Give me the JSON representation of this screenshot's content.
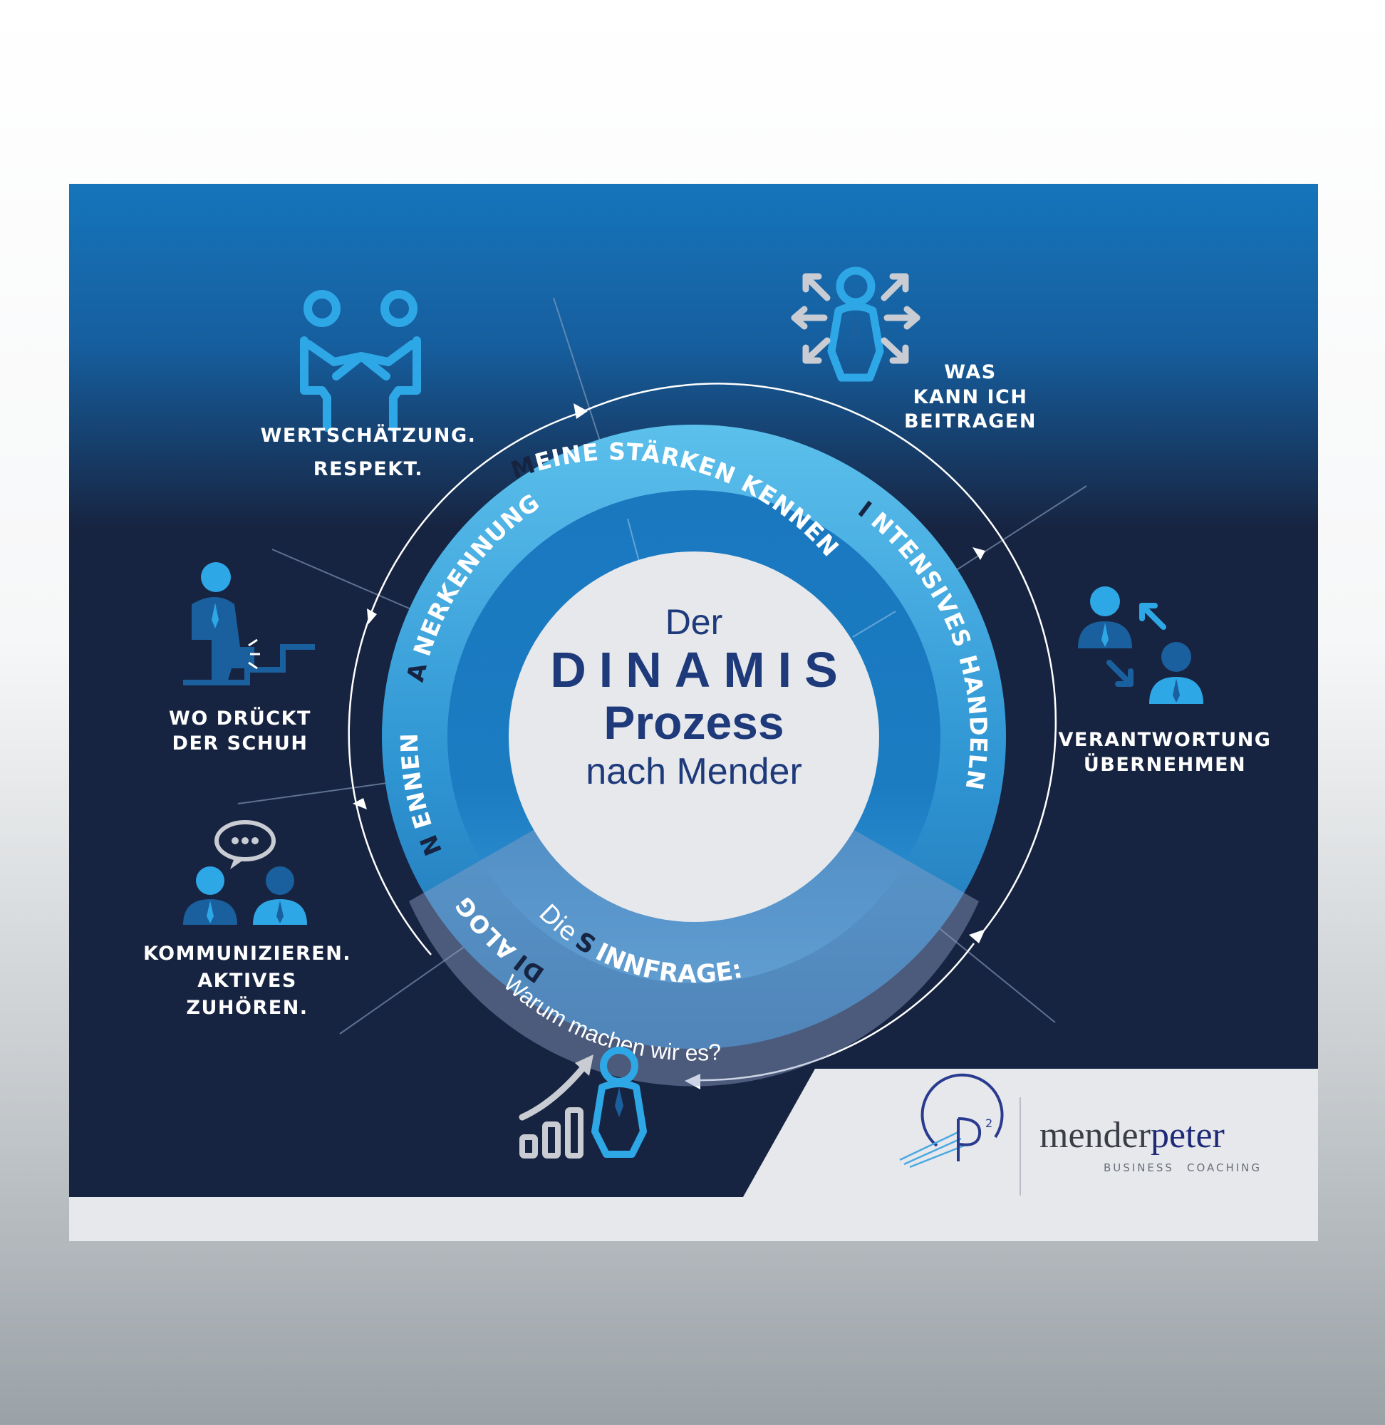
{
  "center": {
    "line1": "Der",
    "line2": "DINAMIS",
    "line3": "Prozess",
    "line4": "nach Mender"
  },
  "ring": {
    "m_letter": "M",
    "m_rest": "EINE STÄRKEN KENNEN",
    "i_letter": "I",
    "i_rest": "NTENSIVES HANDELN",
    "a_letter": "A",
    "a_rest": "NERKENNUNG",
    "n_letter": "N",
    "n_rest": "ENNEN",
    "di_letter": "DI",
    "di_rest": "ALOG",
    "s_pre": "Die",
    "s_letter": "S",
    "s_rest": "INNFRAGE:",
    "s_question": "Warum machen wir es?"
  },
  "labels": {
    "wertschaetzung": [
      "WERTSCHÄTZUNG.",
      "RESPEKT."
    ],
    "beitragen": [
      "WAS",
      "KANN ICH",
      "BEITRAGEN"
    ],
    "verantwortung": [
      "VERANTWORTUNG",
      "ÜBERNEHMEN"
    ],
    "schuh": [
      "WO DRÜCKT",
      "DER SCHUH"
    ],
    "kommunizieren": [
      "KOMMUNIZIEREN.",
      "AKTIVES",
      "ZUHÖREN."
    ]
  },
  "logo": {
    "brand_dark": "mender",
    "brand_light": "peter",
    "tagline_1": "BUSINESS",
    "tagline_2": "COACHING",
    "mark_exponent": "2"
  },
  "icons": [
    "handshake-icon",
    "leader-arrows-icon",
    "swap-people-icon",
    "stair-block-icon",
    "chat-people-icon",
    "growth-chart-person-icon"
  ],
  "colors": {
    "navy": "#172441",
    "blue_top": "#1575bb",
    "ring_light": "#4fb6e6",
    "ring_mid": "#1a7bc1",
    "icon_blue": "#2ea7e6",
    "icon_dark": "#1a5f9e",
    "title_blue": "#1e3a7a",
    "center_fill": "#e6e8ec"
  }
}
